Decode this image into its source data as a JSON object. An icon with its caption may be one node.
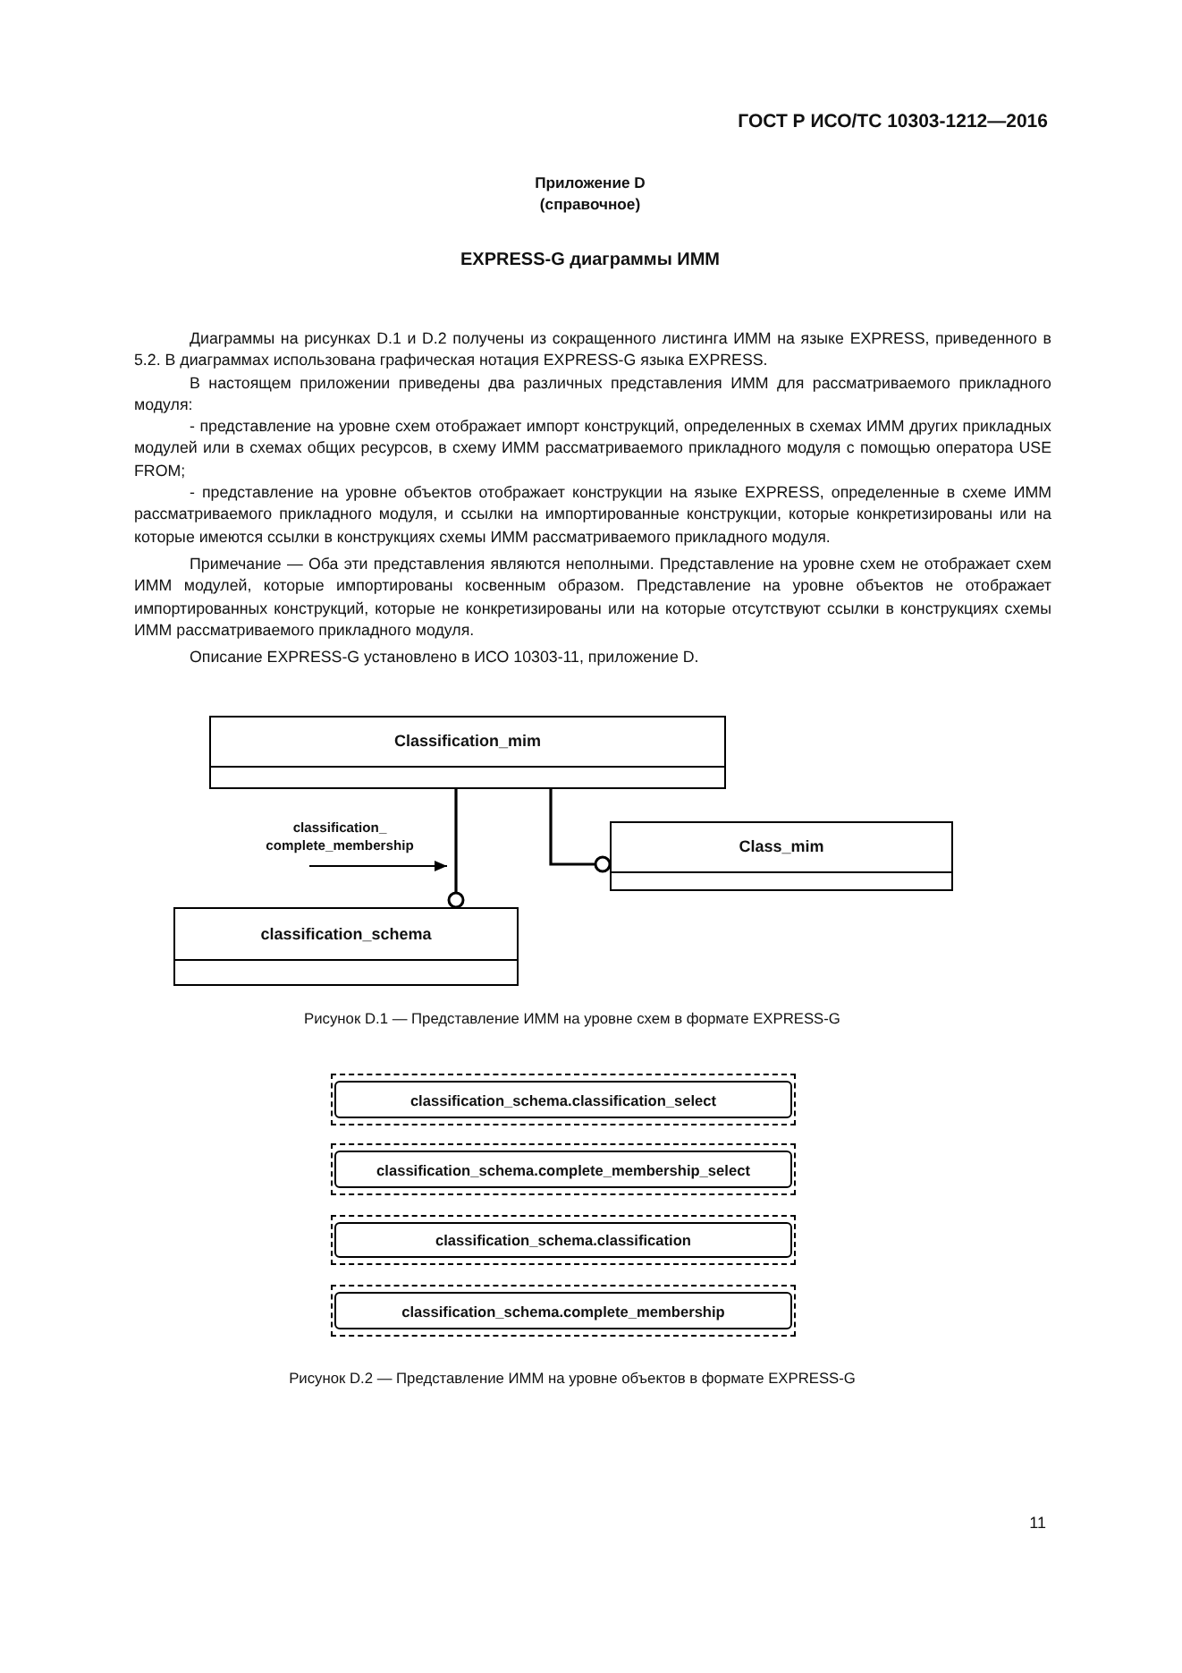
{
  "diagram": {
    "title": "EXPRESS-G диаграммы ИММ",
    "nodes": [
      {
        "text": [
          "Classification_mim"
        ]
      },
      {
        "text": [
          "Class_mim"
        ]
      },
      {
        "text": [
          "classification_schema"
        ]
      },
      {
        "text": [
          "classification_schema.classification_select"
        ]
      },
      {
        "text": [
          "classification_schema.complete_membership_select"
        ]
      },
      {
        "text": [
          "classification_schema.classification"
        ]
      },
      {
        "text": [
          "classification_schema.complete_membership"
        ]
      }
    ],
    "edges": [
      {
        "from": 0,
        "to": 2,
        "arrow": "other",
        "label": "classification_ complete_membership"
      },
      {
        "from": 0,
        "to": 1,
        "arrow": "other"
      }
    ],
    "labels": [
      "ГОСТ Р ИСО/ТС 10303-1212—2016",
      "Приложение D",
      "(справочное)",
      "Диаграммы на рисунках D.1 и D.2 получены из сокращенного листинга ИММ на языке EXPRESS, приведенного в 5.2. В диаграммах использована графическая нотация EXPRESS-G языка EXPRESS.",
      "В настоящем приложении приведены два различных представления ИММ для рассматриваемого прикладного модуля:",
      "- представление на уровне схем отображает импорт конструкций, определенных в схемах ИММ других прикладных модулей или в схемах общих ресурсов, в схему ИММ рассматриваемого прикладного модуля с помощью оператора USE FROM;",
      "- представление на уровне объектов отображает конструкции на языке EXPRESS, определенные в схеме ИММ рассматриваемого прикладного модуля, и ссылки на импортированные конструкции, которые конкретизированы или на которые имеются ссылки в конструкциях схемы ИММ рассматриваемого прикладного модуля.",
      "Примечание — Оба эти представления являются неполными. Представление на уровне схем не отображает схем ИММ модулей, которые импортированы косвенным образом. Представление на уровне объектов не отображает импортированных конструкций, которые не конкретизированы или на которые отсутствуют ссылки в конструкциях схемы ИММ рассматриваемого прикладного модуля.",
      "Описание EXPRESS-G установлено в ИСО 10303-11, приложение D.",
      "Рисунок D.1 — Представление ИММ на уровне схем в формате EXPRESS-G",
      "Рисунок D.2 — Представление ИММ на уровне объектов в формате EXPRESS-G",
      "11"
    ]
  }
}
